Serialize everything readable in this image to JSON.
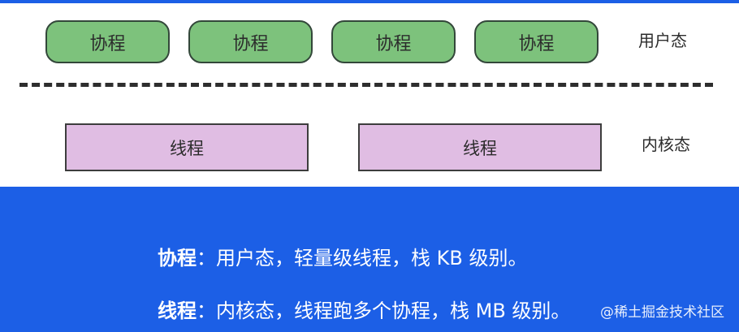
{
  "diagram": {
    "coroutines": [
      "协程",
      "协程",
      "协程",
      "协程"
    ],
    "user_mode_label": "用户态",
    "threads": [
      "线程",
      "线程"
    ],
    "kernel_mode_label": "内核态"
  },
  "info": {
    "line1_term": "协程",
    "line1_text": "：用户态，轻量级线程，栈 KB 级别。",
    "line2_term": "线程",
    "line2_text": "：内核态，线程跑多个协程，栈 MB 级别。"
  },
  "watermark": "@稀土掘金技术社区",
  "colors": {
    "accent_blue": "#1c5fe6",
    "coroutine_green": "#7dc27c",
    "thread_purple": "#e0bde3"
  }
}
